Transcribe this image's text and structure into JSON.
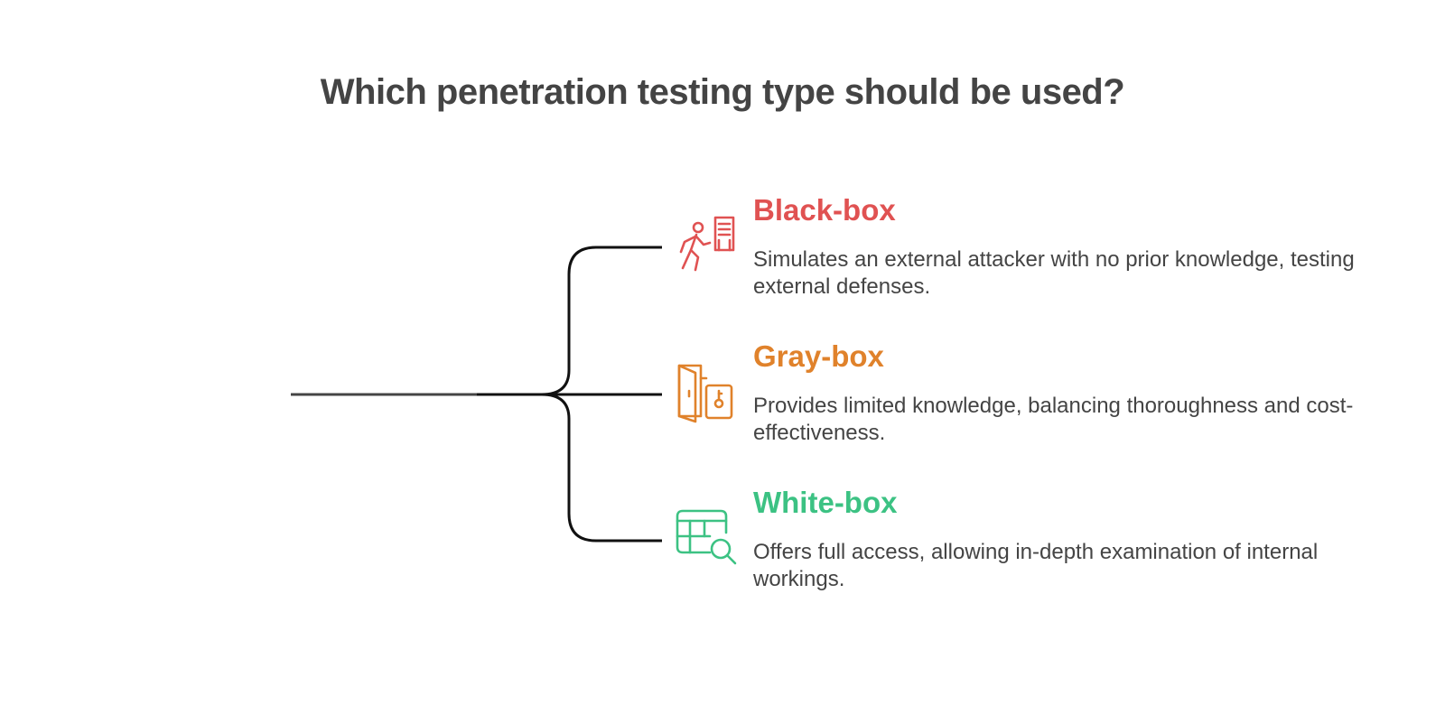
{
  "title": "Which penetration testing type should be used?",
  "colors": {
    "black_box": "#e05252",
    "gray_box": "#e0822b",
    "white_box": "#3cc283",
    "connector": "#111111",
    "text": "#444444"
  },
  "options": [
    {
      "title": "Black-box",
      "description": "Simulates an external attacker with no prior knowledge, testing external defenses.",
      "icon": "person-walking-to-door-icon"
    },
    {
      "title": "Gray-box",
      "description": "Provides limited knowledge, balancing thoroughness and cost-effectiveness.",
      "icon": "door-and-key-icon"
    },
    {
      "title": "White-box",
      "description": "Offers full access, allowing in-depth examination of internal workings.",
      "icon": "table-search-icon"
    }
  ]
}
